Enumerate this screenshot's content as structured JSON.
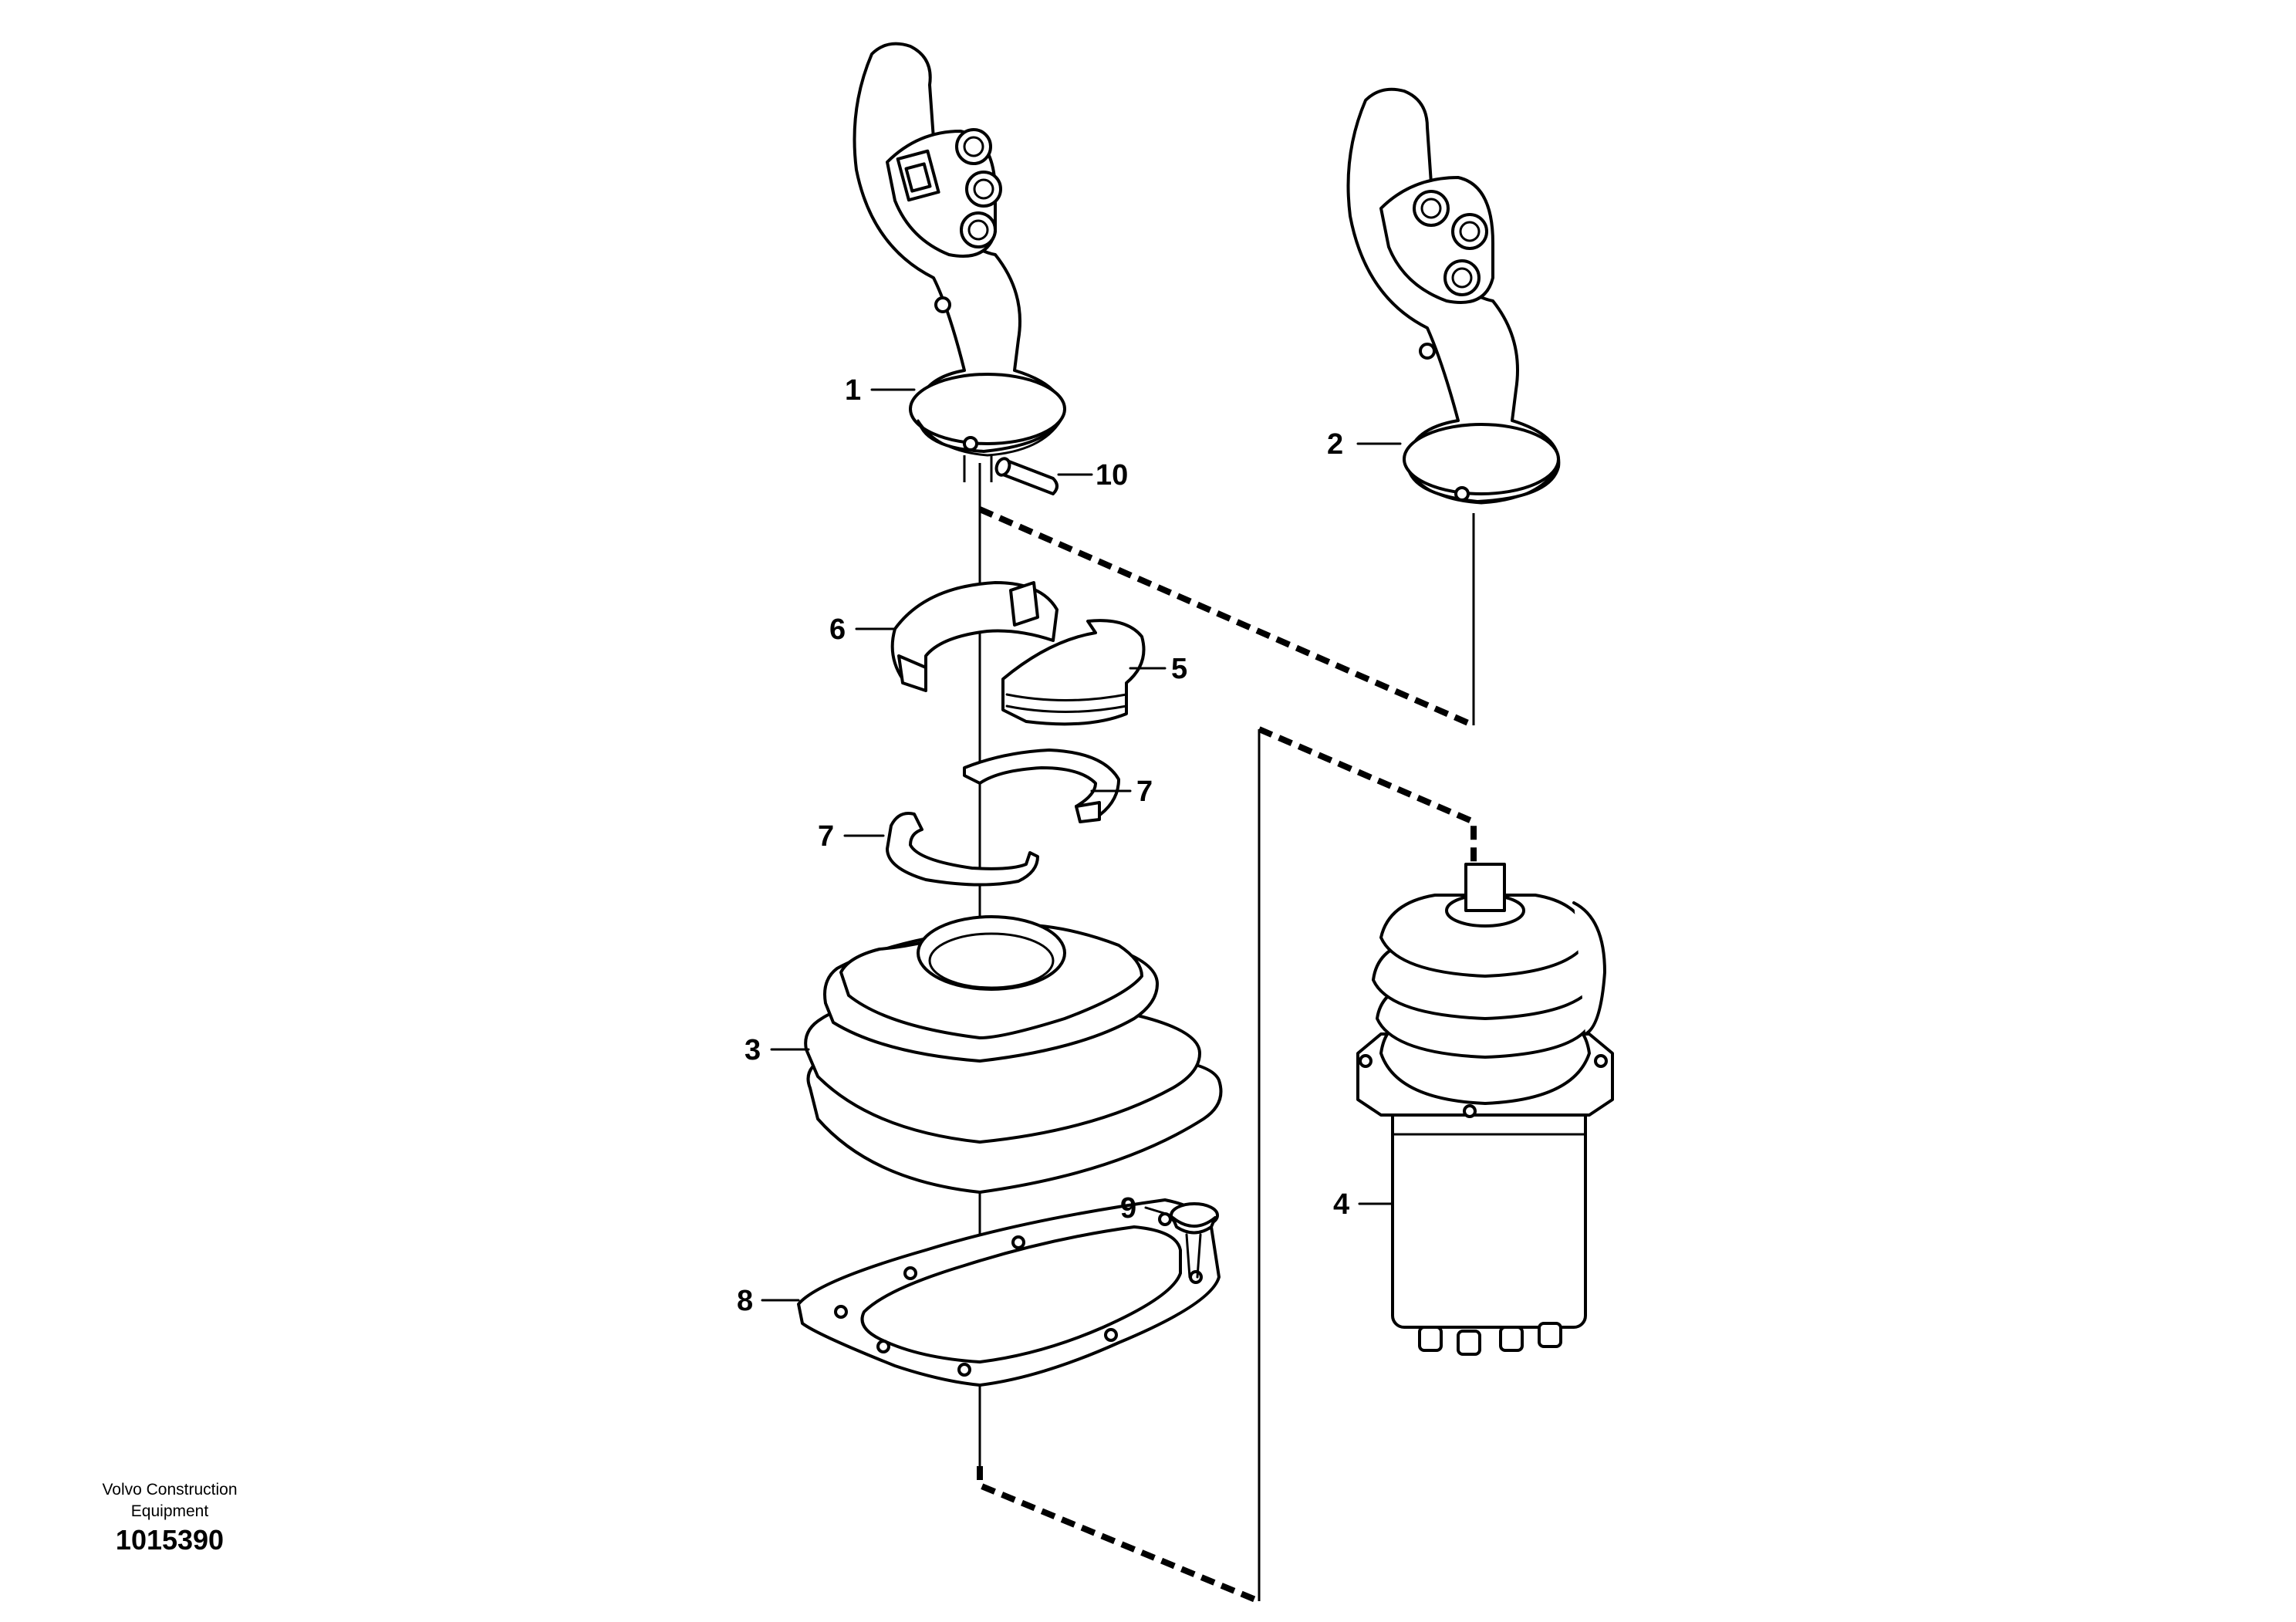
{
  "diagram": {
    "part_labels": {
      "p1": "1",
      "p2": "2",
      "p3": "3",
      "p4": "4",
      "p5": "5",
      "p6": "6",
      "p7a": "7",
      "p7b": "7",
      "p8": "8",
      "p9": "9",
      "p10": "10"
    },
    "footer": {
      "credit_line1": "Volvo Construction",
      "credit_line2": "Equipment",
      "drawing_number": "1015390"
    }
  }
}
